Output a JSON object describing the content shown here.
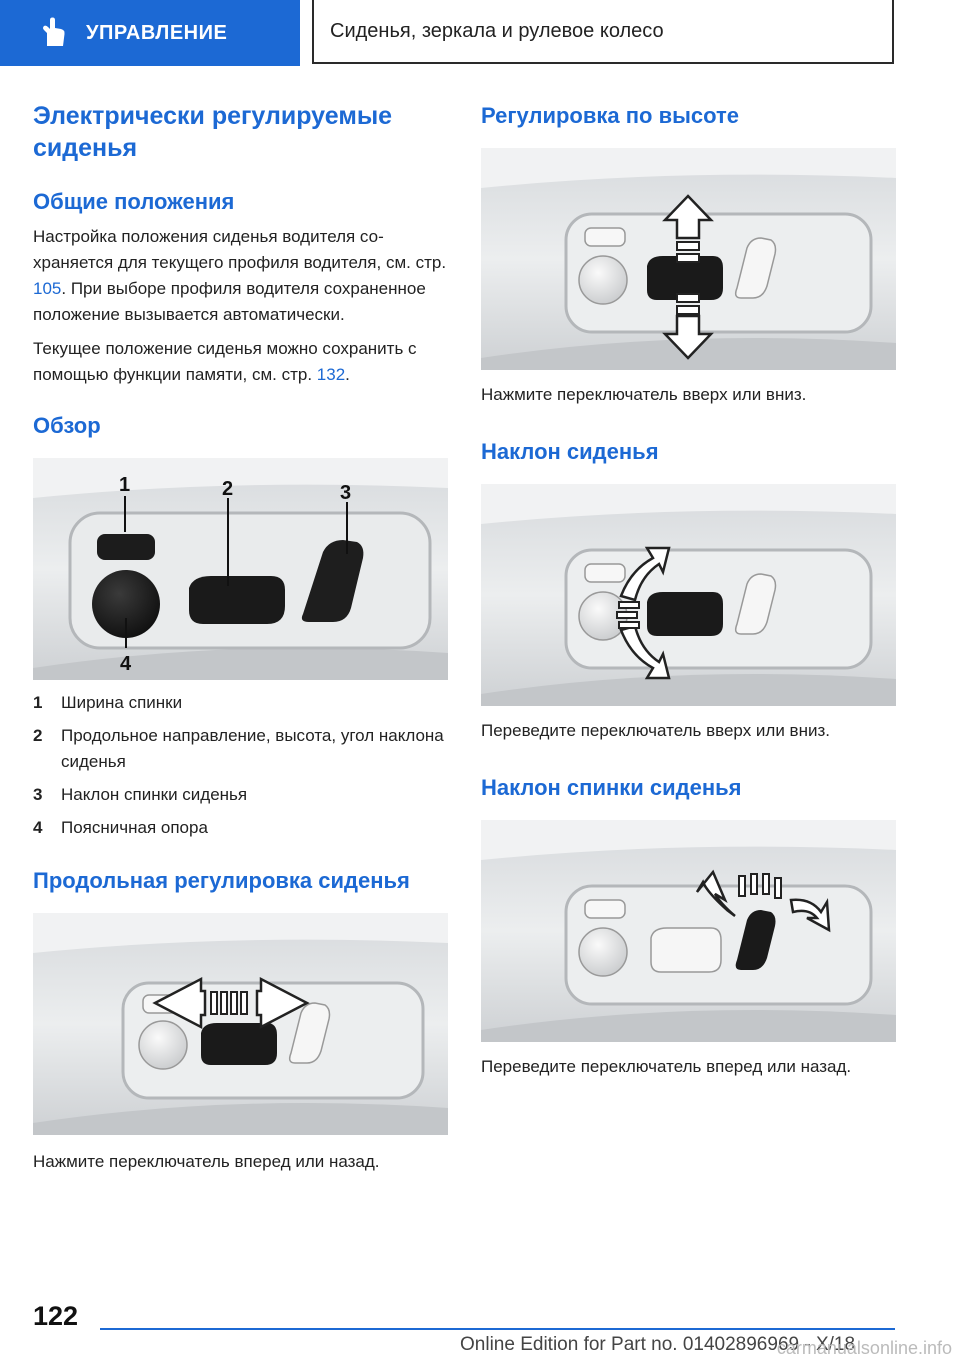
{
  "header": {
    "section_label": "УПРАВЛЕНИЕ",
    "section_icon": "pointing-hand-icon",
    "chapter_title": "Сиденья, зеркала и рулевое колесо"
  },
  "left": {
    "title": "Электрически регулируемые сиденья",
    "general_heading": "Общие положения",
    "p1_a": "Настройка положения сиденья водителя со­храняется для текущего профиля водителя, см. стр. ",
    "p1_ref": "105",
    "p1_b": ". При выборе профиля водителя сохраненное положение вызывается автома­тически.",
    "p2_a": "Текущее положение сиденья можно сохра­нить с помощью функции памяти, см. стр. ",
    "p2_ref": "132",
    "p2_b": ".",
    "overview_heading": "Обзор",
    "callouts": [
      "1",
      "2",
      "3",
      "4"
    ],
    "legend": [
      {
        "num": "1",
        "text": "Ширина спинки"
      },
      {
        "num": "2",
        "text": "Продольное направление, высота, угол на­клона сиденья"
      },
      {
        "num": "3",
        "text": "Наклон спинки сиденья"
      },
      {
        "num": "4",
        "text": "Поясничная опора"
      }
    ],
    "longitudinal_heading": "Продольная регулировка сиденья",
    "longitudinal_caption": "Нажмите переключатель вперед или назад."
  },
  "right": {
    "height_heading": "Регулировка по высоте",
    "height_caption": "Нажмите переключатель вверх или вниз.",
    "tilt_heading": "Наклон сиденья",
    "tilt_caption": "Переведите переключатель вверх или вниз.",
    "backrest_heading": "Наклон спинки сиденья",
    "backrest_caption": "Переведите переключатель вперед или назад."
  },
  "footer": {
    "page_number": "122",
    "edition": "Online Edition for Part no. 01402896969 - X/18",
    "watermark": "carmanualsonline.info"
  }
}
